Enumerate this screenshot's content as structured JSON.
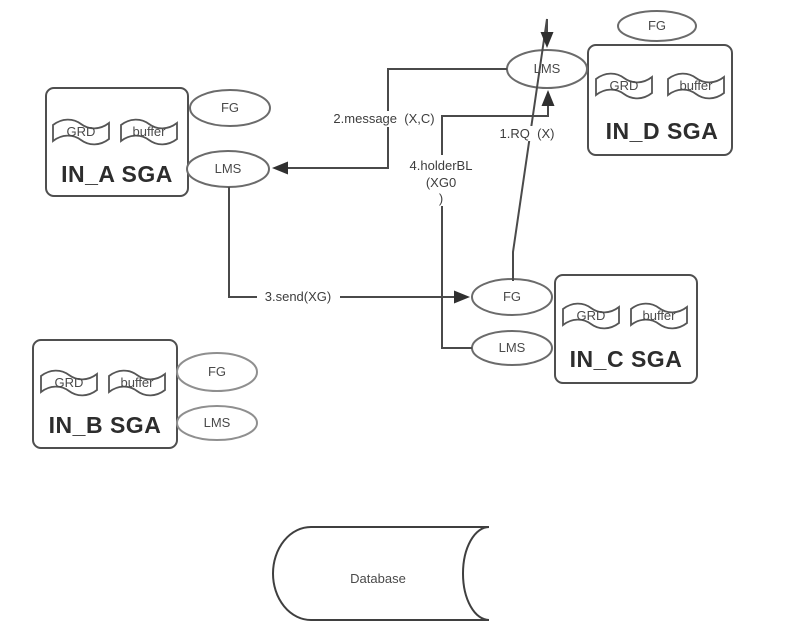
{
  "instances": {
    "a": {
      "title": "IN_A SGA",
      "grd": "GRD",
      "buffer": "buffer",
      "fg": "FG",
      "lms": "LMS"
    },
    "b": {
      "title": "IN_B SGA",
      "grd": "GRD",
      "buffer": "buffer",
      "fg": "FG",
      "lms": "LMS"
    },
    "c": {
      "title": "IN_C SGA",
      "grd": "GRD",
      "buffer": "buffer",
      "fg": "FG",
      "lms": "LMS"
    },
    "d": {
      "title": "IN_D SGA",
      "grd": "GRD",
      "buffer": "buffer",
      "fg": "FG",
      "lms": "LMS"
    }
  },
  "edges": {
    "rq": {
      "label": "1.RQ  (X)"
    },
    "message": {
      "label": "2.message  (X,C)"
    },
    "send": {
      "label": "3.send(XG)"
    },
    "holder": {
      "label_lines": [
        "4.holderBL",
        "(XG0",
        ")"
      ]
    }
  },
  "database": {
    "label": "Database"
  },
  "colors": {
    "line": "#4a4a4a",
    "box_stroke": "#4f4f4f",
    "ellipse_stroke": "#6b6b6b",
    "light_ellipse_stroke": "#8f8f8f",
    "arrow_fill": "#303030",
    "text": "#3d3d3d",
    "title_text": "#2d2d2d",
    "background": "#ffffff"
  }
}
